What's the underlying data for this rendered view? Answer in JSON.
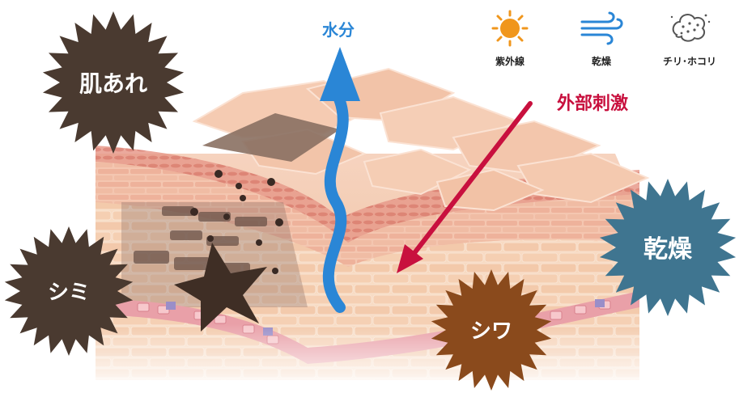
{
  "labels": {
    "water": "水分",
    "external_stimulus": "外部刺激",
    "rough_skin": "肌あれ",
    "spots": "シミ",
    "wrinkles": "シワ",
    "dryness": "乾燥"
  },
  "legend": [
    {
      "icon": "sun-icon",
      "label": "紫外線"
    },
    {
      "icon": "wind-icon",
      "label": "乾燥"
    },
    {
      "icon": "dust-icon",
      "label": "チリ･ホコリ"
    }
  ],
  "colors": {
    "water_arrow": "#2a86d6",
    "stimulus_arrow": "#c8103e",
    "rough_skin_burst": "#4a3a30",
    "spots_burst": "#4a3a30",
    "wrinkles_burst": "#8a4a1c",
    "dryness_burst": "#3f7590",
    "sun": "#f0961c",
    "wind": "#2a86d6",
    "dust": "#555555"
  }
}
